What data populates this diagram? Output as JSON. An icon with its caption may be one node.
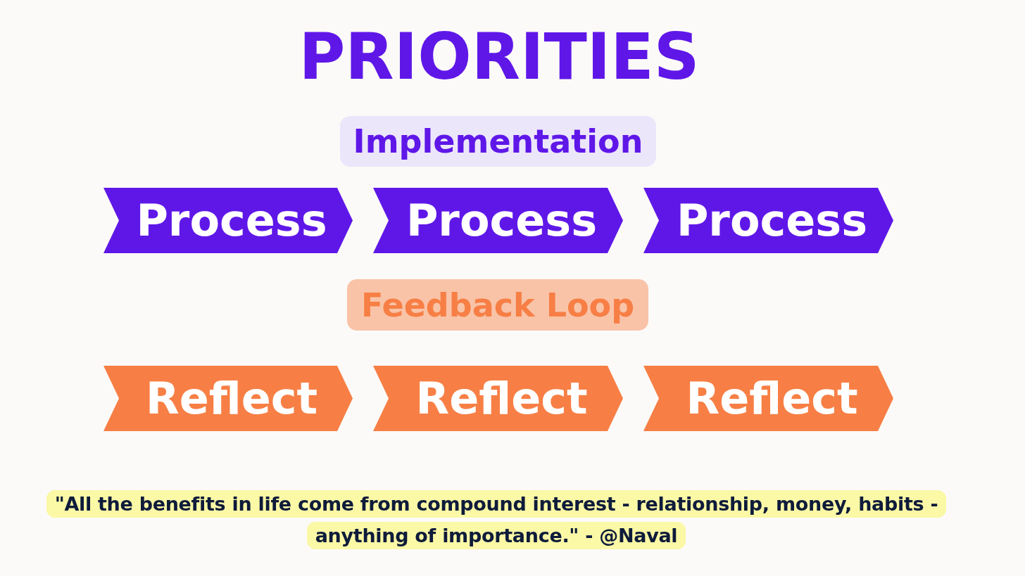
{
  "diagram": {
    "title": "PRIORITIES",
    "caption": "\"All the benefits in life come from compound interest - relationship, money, habits - anything of importance.\" - @Naval",
    "nodes": [
      {
        "text": [
          "Implementation"
        ]
      },
      {
        "text": [
          "Process"
        ]
      },
      {
        "text": [
          "Process"
        ]
      },
      {
        "text": [
          "Process"
        ]
      },
      {
        "text": [
          "Feedback Loop"
        ]
      },
      {
        "text": [
          "Reflect"
        ]
      },
      {
        "text": [
          "Reflect"
        ]
      },
      {
        "text": [
          "Reflect"
        ]
      }
    ]
  }
}
